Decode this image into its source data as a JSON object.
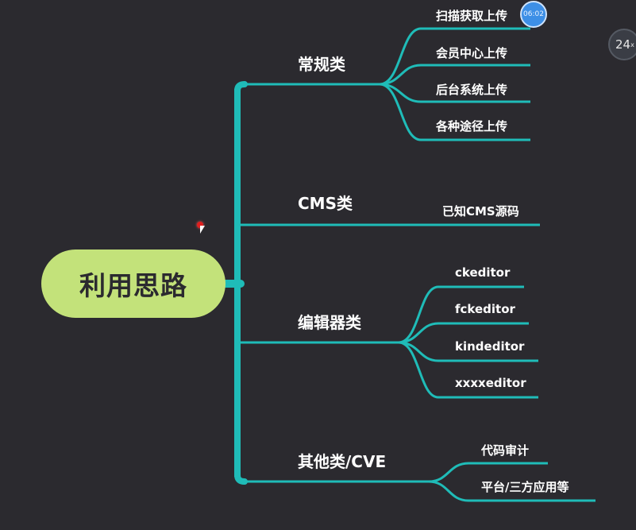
{
  "mindmap": {
    "root": "利用思路",
    "color": "#1fbcb8",
    "root_color": "#c3e27a",
    "categories": [
      {
        "label": "常规类",
        "children": [
          "扫描获取上传",
          "会员中心上传",
          "后台系统上传",
          "各种途径上传"
        ]
      },
      {
        "label": "CMS类",
        "children": [
          "已知CMS源码"
        ]
      },
      {
        "label": "编辑器类",
        "children": [
          "ckeditor",
          "fckeditor",
          "kindeditor",
          "xxxxeditor"
        ]
      },
      {
        "label": "其他类/CVE",
        "children": [
          "代码审计",
          "平台/三方应用等"
        ]
      }
    ]
  },
  "overlay": {
    "timer": "06:02",
    "speed": "24",
    "speed_unit": "x"
  }
}
